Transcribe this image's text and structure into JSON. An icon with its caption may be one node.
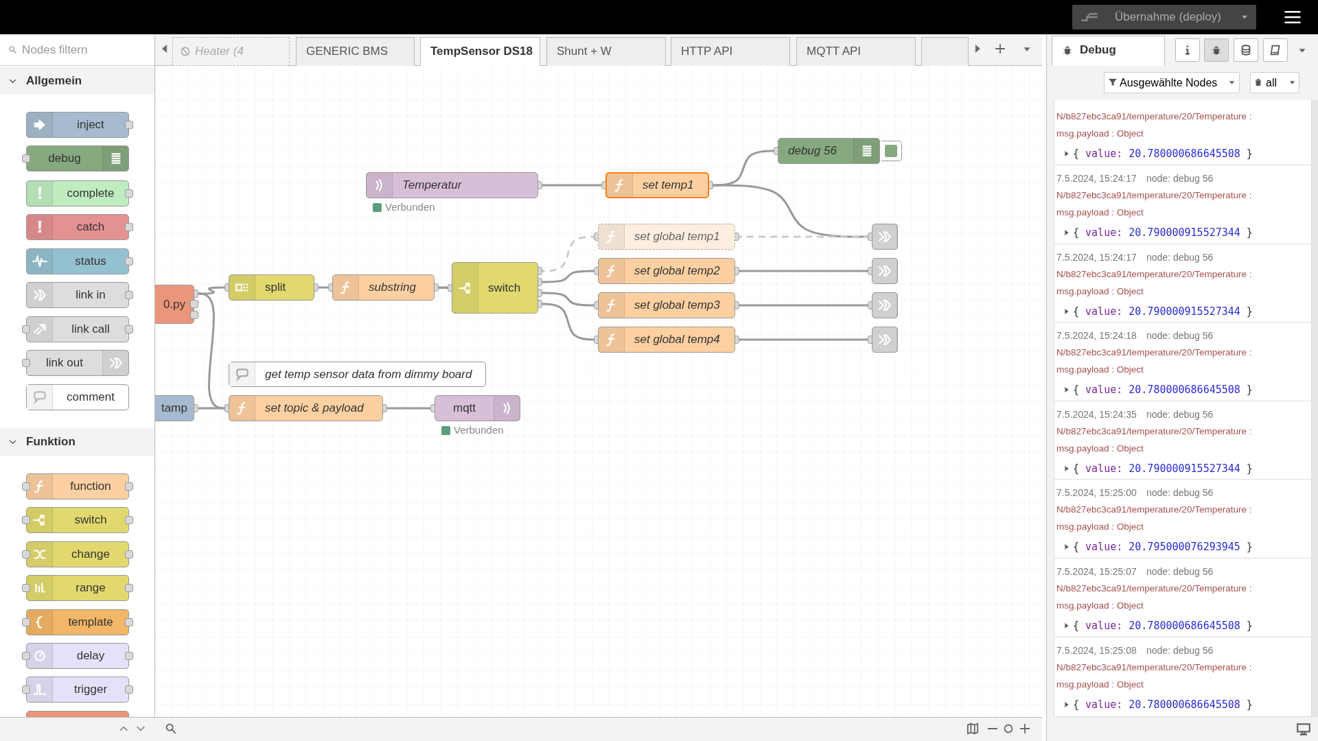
{
  "diagram": {
    "nodes": [
      {
        "text": [
          "debug 56"
        ]
      },
      {
        "text": [
          "Temperatur"
        ],
        "beside": [
          "Verbunden"
        ]
      },
      {
        "text": [
          "set temp1"
        ]
      },
      {
        "text": [
          "set global temp1"
        ]
      },
      {
        "text": [],
        "shape": "box"
      },
      {
        "text": [
          "set global temp2"
        ]
      },
      {
        "text": [],
        "shape": "box"
      },
      {
        "text": [
          "0.py"
        ]
      },
      {
        "text": [
          "split"
        ]
      },
      {
        "text": [
          "substring"
        ]
      },
      {
        "text": [
          "switch"
        ]
      },
      {
        "text": [
          "set global temp3"
        ]
      },
      {
        "text": [],
        "shape": "box"
      },
      {
        "text": [
          "set global temp4"
        ]
      },
      {
        "text": [],
        "shape": "box"
      },
      {
        "text": [
          "get temp sensor data from dimmy board"
        ]
      },
      {
        "text": [
          "tamp"
        ]
      },
      {
        "text": [
          "set topic & payload"
        ]
      },
      {
        "text": [
          "mqtt"
        ],
        "beside": [
          "Verbunden"
        ]
      },
      {
        "text": [
          "inject"
        ]
      },
      {
        "text": [
          "debug"
        ]
      },
      {
        "text": [
          "complete"
        ]
      },
      {
        "text": [
          "catch"
        ]
      },
      {
        "text": [
          "status"
        ]
      },
      {
        "text": [
          "link in"
        ]
      },
      {
        "text": [
          "link call"
        ]
      },
      {
        "text": [
          "link out"
        ]
      },
      {
        "text": [
          "comment"
        ]
      },
      {
        "text": [
          "function"
        ]
      },
      {
        "text": [
          "switch"
        ]
      },
      {
        "text": [
          "change"
        ]
      },
      {
        "text": [
          "range"
        ]
      },
      {
        "text": [
          "template"
        ]
      },
      {
        "text": [
          "delay"
        ]
      },
      {
        "text": [
          "trigger"
        ]
      },
      {
        "text": [],
        "shape": "box"
      }
    ],
    "edges": [
      {
        "from": 1,
        "to": 2,
        "arrow": "other"
      },
      {
        "from": 2,
        "to": 0,
        "arrow": "other"
      },
      {
        "from": 2,
        "to": 4,
        "arrow": "other"
      },
      {
        "from": 10,
        "to": 3,
        "arrow": "other",
        "style": "dashed",
        "color": "#cccccc"
      },
      {
        "from": 3,
        "to": 4,
        "arrow": "other",
        "style": "dashed",
        "color": "#cccccc"
      },
      {
        "from": 10,
        "to": 5,
        "arrow": "other"
      },
      {
        "from": 10,
        "to": 11,
        "arrow": "other"
      },
      {
        "from": 10,
        "to": 13,
        "arrow": "other"
      },
      {
        "from": 5,
        "to": 6,
        "arrow": "other"
      },
      {
        "from": 11,
        "to": 12,
        "arrow": "other"
      },
      {
        "from": 13,
        "to": 14,
        "arrow": "other"
      },
      {
        "from": 7,
        "to": 8,
        "arrow": "other"
      },
      {
        "from": 7,
        "to": 17,
        "arrow": "other"
      },
      {
        "from": 8,
        "to": 9,
        "arrow": "other"
      },
      {
        "from": 9,
        "to": 10,
        "arrow": "other"
      },
      {
        "from": 16,
        "to": 17,
        "arrow": "other"
      },
      {
        "from": 17,
        "to": 18,
        "arrow": "other"
      }
    ],
    "labels": [
      "Übernahme (deploy)",
      "Nodes filtern",
      "Allgemein",
      "Funktion",
      "Heater (4",
      "GENERIC BMS",
      "TempSensor DS18",
      "Shunt + W",
      "HTTP API",
      "MQTT API",
      "Debug",
      "Ausgewählte Nodes",
      "all",
      "N/b827ebc3ca91/temperature/20/Temperature :",
      "msg.payload : Object",
      "{ value: 20.780000686645508 }",
      "7.5.2024, 15:24:17",
      "node: debug 56",
      "N/b827ebc3ca91/temperature/20/Temperature :",
      "msg.payload : Object",
      "{ value: 20.790000915527344 }",
      "7.5.2024, 15:24:17",
      "node: debug 56",
      "N/b827ebc3ca91/temperature/20/Temperature :",
      "msg.payload : Object",
      "{ value: 20.790000915527344 }",
      "7.5.2024, 15:24:18",
      "node: debug 56",
      "N/b827ebc3ca91/temperature/20/Temperature :",
      "msg.payload : Object",
      "{ value: 20.780000686645508 }",
      "7.5.2024, 15:24:35",
      "node: debug 56",
      "N/b827ebc3ca91/temperature/20/Temperature :",
      "msg.payload : Object",
      "{ value: 20.790000915527344 }",
      "7.5.2024, 15:25:00",
      "node: debug 56",
      "N/b827ebc3ca91/temperature/20/Temperature :",
      "msg.payload : Object",
      "{ value: 20.795000076293945 }",
      "7.5.2024, 15:25:07",
      "node: debug 56",
      "N/b827ebc3ca91/temperature/20/Temperature :",
      "msg.payload : Object",
      "{ value: 20.780000686645508 }",
      "7.5.2024, 15:25:08",
      "node: debug 56",
      "N/b827ebc3ca91/temperature/20/Temperature :",
      "msg.payload : Object",
      "{ value: 20.780000686645508 }"
    ]
  }
}
